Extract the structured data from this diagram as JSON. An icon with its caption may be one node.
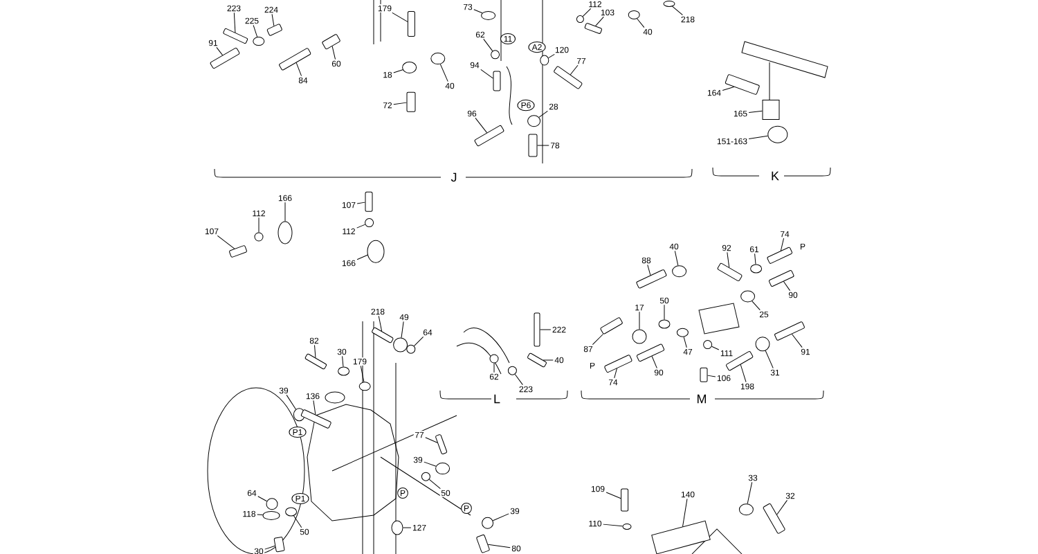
{
  "diagram": {
    "nodes": [
      {
        "text": [
          "223"
        ]
      },
      {
        "text": [],
        "shape": "cylinder"
      },
      {
        "text": [
          "225"
        ]
      },
      {
        "text": [],
        "shape": "circle"
      },
      {
        "text": [
          "224"
        ]
      },
      {
        "text": [],
        "shape": "cylinder"
      },
      {
        "text": [
          "91"
        ]
      },
      {
        "text": [],
        "shape": "cylinder"
      },
      {
        "text": [
          "84"
        ]
      },
      {
        "text": [],
        "shape": "cylinder"
      },
      {
        "text": [
          "60"
        ]
      },
      {
        "text": [],
        "shape": "cylinder"
      },
      {
        "text": [
          "179"
        ]
      },
      {
        "text": [],
        "shape": "cylinder"
      },
      {
        "text": [
          "18"
        ]
      },
      {
        "text": [],
        "shape": "circle"
      },
      {
        "text": [
          "40"
        ]
      },
      {
        "text": [],
        "shape": "circle"
      },
      {
        "text": [
          "72"
        ]
      },
      {
        "text": [],
        "shape": "cylinder"
      },
      {
        "text": [
          "73"
        ]
      },
      {
        "text": [],
        "shape": "circle"
      },
      {
        "text": [
          "62"
        ]
      },
      {
        "text": [],
        "shape": "circle"
      },
      {
        "text": [
          "94"
        ]
      },
      {
        "text": [],
        "shape": "cylinder"
      },
      {
        "text": [
          "96"
        ]
      },
      {
        "text": [],
        "shape": "cylinder"
      },
      {
        "text": [
          "112"
        ]
      },
      {
        "text": [],
        "shape": "circle"
      },
      {
        "text": [
          "103"
        ]
      },
      {
        "text": [],
        "shape": "cylinder"
      },
      {
        "text": [
          "40"
        ]
      },
      {
        "text": [],
        "shape": "circle"
      },
      {
        "text": [
          "218"
        ]
      },
      {
        "text": [],
        "shape": "circle"
      },
      {
        "text": [
          "120"
        ]
      },
      {
        "text": [],
        "shape": "circle"
      },
      {
        "text": [
          "77"
        ]
      },
      {
        "text": [],
        "shape": "cylinder"
      },
      {
        "text": [
          "28"
        ]
      },
      {
        "text": [],
        "shape": "circle"
      },
      {
        "text": [
          "78"
        ]
      },
      {
        "text": [],
        "shape": "cylinder"
      },
      {
        "text": [
          "164"
        ]
      },
      {
        "text": [],
        "shape": "cylinder"
      },
      {
        "text": [
          "165"
        ]
      },
      {
        "text": [],
        "shape": "box"
      },
      {
        "text": [
          "151-163"
        ]
      },
      {
        "text": [],
        "shape": "circle"
      },
      {
        "text": [
          "107"
        ]
      },
      {
        "text": [],
        "shape": "cylinder"
      },
      {
        "text": [
          "112"
        ]
      },
      {
        "text": [],
        "shape": "circle"
      },
      {
        "text": [
          "166"
        ]
      },
      {
        "text": [],
        "shape": "circle"
      },
      {
        "text": [
          "107"
        ]
      },
      {
        "text": [],
        "shape": "cylinder"
      },
      {
        "text": [
          "112"
        ]
      },
      {
        "text": [],
        "shape": "circle"
      },
      {
        "text": [
          "166"
        ]
      },
      {
        "text": [],
        "shape": "circle"
      },
      {
        "text": [
          "218"
        ]
      },
      {
        "text": [],
        "shape": "cylinder"
      },
      {
        "text": [
          "49"
        ]
      },
      {
        "text": [],
        "shape": "circle"
      },
      {
        "text": [
          "64"
        ]
      },
      {
        "text": [],
        "shape": "circle"
      },
      {
        "text": [
          "82"
        ]
      },
      {
        "text": [],
        "shape": "cylinder"
      },
      {
        "text": [
          "30"
        ]
      },
      {
        "text": [],
        "shape": "circle"
      },
      {
        "text": [
          "179"
        ]
      },
      {
        "text": [],
        "shape": "circle"
      },
      {
        "text": [
          "222"
        ]
      },
      {
        "text": [],
        "shape": "cylinder"
      },
      {
        "text": [
          "40"
        ]
      },
      {
        "text": [],
        "shape": "cylinder"
      },
      {
        "text": [
          "62"
        ]
      },
      {
        "text": [],
        "shape": "circle"
      },
      {
        "text": [
          "223"
        ]
      },
      {
        "text": [],
        "shape": "circle"
      },
      {
        "text": [
          "40"
        ]
      },
      {
        "text": [],
        "shape": "circle"
      },
      {
        "text": [
          "88"
        ]
      },
      {
        "text": [],
        "shape": "cylinder"
      },
      {
        "text": [
          "92"
        ]
      },
      {
        "text": [],
        "shape": "cylinder"
      },
      {
        "text": [
          "61"
        ]
      },
      {
        "text": [],
        "shape": "circle"
      },
      {
        "text": [
          "74"
        ]
      },
      {
        "text": [],
        "shape": "cylinder"
      },
      {
        "text": [
          "90"
        ]
      },
      {
        "text": [],
        "shape": "cylinder"
      },
      {
        "text": [
          "25"
        ]
      },
      {
        "text": [],
        "shape": "circle"
      },
      {
        "text": [
          "50"
        ]
      },
      {
        "text": [],
        "shape": "circle"
      },
      {
        "text": [
          "17"
        ]
      },
      {
        "text": [],
        "shape": "circle"
      },
      {
        "text": [
          "87"
        ]
      },
      {
        "text": [],
        "shape": "cylinder"
      },
      {
        "text": [
          "47"
        ]
      },
      {
        "text": [],
        "shape": "circle"
      },
      {
        "text": [
          "111"
        ]
      },
      {
        "text": [],
        "shape": "circle"
      },
      {
        "text": [
          "31"
        ]
      },
      {
        "text": [],
        "shape": "circle"
      },
      {
        "text": [
          "91"
        ]
      },
      {
        "text": [],
        "shape": "cylinder"
      },
      {
        "text": [
          "74"
        ]
      },
      {
        "text": [],
        "shape": "cylinder"
      },
      {
        "text": [
          "90"
        ]
      },
      {
        "text": [],
        "shape": "cylinder"
      },
      {
        "text": [
          "106"
        ]
      },
      {
        "text": [],
        "shape": "cylinder"
      },
      {
        "text": [
          "198"
        ]
      },
      {
        "text": [],
        "shape": "cylinder"
      },
      {
        "text": [
          "39"
        ]
      },
      {
        "text": [],
        "shape": "circle"
      },
      {
        "text": [
          "136"
        ]
      },
      {
        "text": [],
        "shape": "cylinder"
      },
      {
        "text": [
          "77"
        ]
      },
      {
        "text": [],
        "shape": "cylinder"
      },
      {
        "text": [
          "39"
        ]
      },
      {
        "text": [],
        "shape": "circle"
      },
      {
        "text": [
          "50"
        ]
      },
      {
        "text": [],
        "shape": "circle"
      },
      {
        "text": [
          "64"
        ]
      },
      {
        "text": [],
        "shape": "circle"
      },
      {
        "text": [
          "118"
        ]
      },
      {
        "text": [],
        "shape": "circle"
      },
      {
        "text": [
          "50"
        ]
      },
      {
        "text": [],
        "shape": "circle"
      },
      {
        "text": [
          "127"
        ]
      },
      {
        "text": [],
        "shape": "circle"
      },
      {
        "text": [
          "39"
        ]
      },
      {
        "text": [],
        "shape": "circle"
      },
      {
        "text": [
          "80"
        ]
      },
      {
        "text": [],
        "shape": "cylinder"
      },
      {
        "text": [
          "30"
        ]
      },
      {
        "text": [],
        "shape": "cylinder"
      },
      {
        "text": [
          "109"
        ]
      },
      {
        "text": [],
        "shape": "cylinder"
      },
      {
        "text": [
          "110"
        ]
      },
      {
        "text": [],
        "shape": "circle"
      },
      {
        "text": [
          "140"
        ]
      },
      {
        "text": [],
        "shape": "box"
      },
      {
        "text": [
          "33"
        ]
      },
      {
        "text": [],
        "shape": "circle"
      },
      {
        "text": [
          "32"
        ]
      },
      {
        "text": [],
        "shape": "cylinder"
      },
      {
        "text": [
          "11"
        ]
      },
      {
        "text": [
          "A2"
        ]
      },
      {
        "text": [
          "P6"
        ]
      },
      {
        "text": [
          "P1"
        ]
      },
      {
        "text": [
          "P1"
        ]
      },
      {
        "text": [
          "P"
        ]
      },
      {
        "text": [
          "P"
        ]
      }
    ],
    "edges": [
      {
        "from": 0,
        "to": 1,
        "arrow": "none"
      },
      {
        "from": 2,
        "to": 3,
        "arrow": "none"
      },
      {
        "from": 4,
        "to": 5,
        "arrow": "none"
      },
      {
        "from": 6,
        "to": 7,
        "arrow": "none"
      },
      {
        "from": 8,
        "to": 9,
        "arrow": "none"
      },
      {
        "from": 10,
        "to": 11,
        "arrow": "none"
      },
      {
        "from": 12,
        "to": 13,
        "arrow": "none"
      },
      {
        "from": 14,
        "to": 15,
        "arrow": "none"
      },
      {
        "from": 16,
        "to": 17,
        "arrow": "none"
      },
      {
        "from": 18,
        "to": 19,
        "arrow": "none"
      },
      {
        "from": 20,
        "to": 21,
        "arrow": "none"
      },
      {
        "from": 22,
        "to": 23,
        "arrow": "none"
      },
      {
        "from": 24,
        "to": 25,
        "arrow": "none"
      },
      {
        "from": 26,
        "to": 27,
        "arrow": "none"
      },
      {
        "from": 28,
        "to": 29,
        "arrow": "none"
      },
      {
        "from": 30,
        "to": 31,
        "arrow": "none"
      },
      {
        "from": 32,
        "to": 33,
        "arrow": "none"
      },
      {
        "from": 34,
        "to": 35,
        "arrow": "none"
      },
      {
        "from": 36,
        "to": 37,
        "arrow": "none"
      },
      {
        "from": 38,
        "to": 39,
        "arrow": "none"
      },
      {
        "from": 40,
        "to": 41,
        "arrow": "none"
      },
      {
        "from": 42,
        "to": 43,
        "arrow": "none"
      },
      {
        "from": 44,
        "to": 45,
        "arrow": "none"
      },
      {
        "from": 46,
        "to": 47,
        "arrow": "none"
      },
      {
        "from": 48,
        "to": 49,
        "arrow": "none"
      },
      {
        "from": 50,
        "to": 51,
        "arrow": "none"
      },
      {
        "from": 52,
        "to": 53,
        "arrow": "none"
      },
      {
        "from": 54,
        "to": 55,
        "arrow": "none"
      },
      {
        "from": 56,
        "to": 57,
        "arrow": "none"
      },
      {
        "from": 58,
        "to": 59,
        "arrow": "none"
      },
      {
        "from": 60,
        "to": 61,
        "arrow": "none"
      },
      {
        "from": 62,
        "to": 63,
        "arrow": "none"
      },
      {
        "from": 64,
        "to": 65,
        "arrow": "none"
      },
      {
        "from": 66,
        "to": 67,
        "arrow": "none"
      },
      {
        "from": 68,
        "to": 69,
        "arrow": "none"
      },
      {
        "from": 70,
        "to": 71,
        "arrow": "none"
      },
      {
        "from": 72,
        "to": 73,
        "arrow": "none"
      },
      {
        "from": 74,
        "to": 75,
        "arrow": "none"
      },
      {
        "from": 76,
        "to": 77,
        "arrow": "none"
      },
      {
        "from": 78,
        "to": 79,
        "arrow": "none"
      },
      {
        "from": 80,
        "to": 81,
        "arrow": "none"
      },
      {
        "from": 82,
        "to": 83,
        "arrow": "none"
      },
      {
        "from": 84,
        "to": 85,
        "arrow": "none"
      },
      {
        "from": 86,
        "to": 87,
        "arrow": "none"
      },
      {
        "from": 88,
        "to": 89,
        "arrow": "none"
      },
      {
        "from": 90,
        "to": 91,
        "arrow": "none"
      },
      {
        "from": 92,
        "to": 93,
        "arrow": "none"
      },
      {
        "from": 94,
        "to": 95,
        "arrow": "none"
      },
      {
        "from": 96,
        "to": 97,
        "arrow": "none"
      },
      {
        "from": 98,
        "to": 99,
        "arrow": "none"
      },
      {
        "from": 100,
        "to": 101,
        "arrow": "none"
      },
      {
        "from": 102,
        "to": 103,
        "arrow": "none"
      },
      {
        "from": 104,
        "to": 105,
        "arrow": "none"
      },
      {
        "from": 106,
        "to": 107,
        "arrow": "none"
      },
      {
        "from": 108,
        "to": 109,
        "arrow": "none"
      },
      {
        "from": 110,
        "to": 111,
        "arrow": "none"
      },
      {
        "from": 112,
        "to": 113,
        "arrow": "none"
      },
      {
        "from": 114,
        "to": 115,
        "arrow": "none"
      },
      {
        "from": 116,
        "to": 117,
        "arrow": "none"
      },
      {
        "from": 118,
        "to": 119,
        "arrow": "none"
      },
      {
        "from": 120,
        "to": 121,
        "arrow": "none"
      },
      {
        "from": 122,
        "to": 123,
        "arrow": "none"
      },
      {
        "from": 124,
        "to": 125,
        "arrow": "none"
      },
      {
        "from": 126,
        "to": 127,
        "arrow": "none"
      },
      {
        "from": 128,
        "to": 129,
        "arrow": "none"
      },
      {
        "from": 130,
        "to": 131,
        "arrow": "none"
      },
      {
        "from": 132,
        "to": 133,
        "arrow": "none"
      },
      {
        "from": 134,
        "to": 135,
        "arrow": "none"
      },
      {
        "from": 136,
        "to": 137,
        "arrow": "none"
      },
      {
        "from": 138,
        "to": 139,
        "arrow": "none"
      },
      {
        "from": 140,
        "to": 141,
        "arrow": "none"
      },
      {
        "from": 142,
        "to": 143,
        "arrow": "none"
      },
      {
        "from": 144,
        "to": 145,
        "arrow": "none"
      },
      {
        "from": 146,
        "to": 147,
        "arrow": "none"
      },
      {
        "from": 148,
        "to": 149,
        "arrow": "none"
      },
      {
        "from": 150,
        "to": 151,
        "arrow": "none"
      }
    ],
    "labels": [
      "J",
      "K",
      "P",
      "L",
      "M",
      "P"
    ]
  }
}
